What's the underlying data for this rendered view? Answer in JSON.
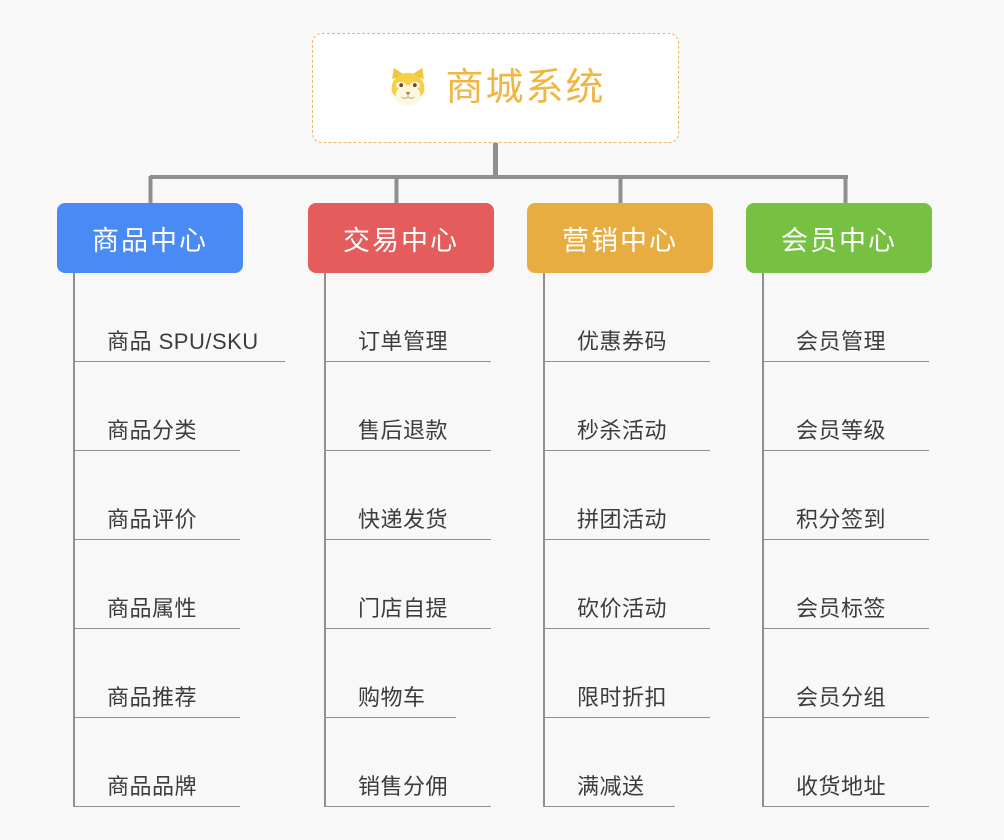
{
  "root": {
    "title": "商城系统",
    "icon": "shiba-dog-face-icon",
    "border_color": "#e8b864",
    "text_color": "#efb641",
    "background": "#ffffff"
  },
  "canvas": {
    "background": "#f8f8f8",
    "connector_color": "#8f8f8f"
  },
  "columns": [
    {
      "label": "商品中心",
      "color": "#4a8af4",
      "items": [
        {
          "label": "商品 SPU/SKU",
          "width": "wide"
        },
        {
          "label": "商品分类",
          "width": "narrow"
        },
        {
          "label": "商品评价",
          "width": "narrow"
        },
        {
          "label": "商品属性",
          "width": "narrow"
        },
        {
          "label": "商品推荐",
          "width": "narrow"
        },
        {
          "label": "商品品牌",
          "width": "narrow"
        }
      ]
    },
    {
      "label": "交易中心",
      "color": "#e55c5c",
      "items": [
        {
          "label": "订单管理",
          "width": "wide"
        },
        {
          "label": "售后退款",
          "width": "wide"
        },
        {
          "label": "快递发货",
          "width": "wide"
        },
        {
          "label": "门店自提",
          "width": "wide"
        },
        {
          "label": "购物车",
          "width": "narrow"
        },
        {
          "label": "销售分佣",
          "width": "wide"
        }
      ]
    },
    {
      "label": "营销中心",
      "color": "#e8ad40",
      "items": [
        {
          "label": "优惠券码",
          "width": "wide"
        },
        {
          "label": "秒杀活动",
          "width": "wide"
        },
        {
          "label": "拼团活动",
          "width": "wide"
        },
        {
          "label": "砍价活动",
          "width": "wide"
        },
        {
          "label": "限时折扣",
          "width": "wide"
        },
        {
          "label": "满减送",
          "width": "narrow"
        }
      ]
    },
    {
      "label": "会员中心",
      "color": "#76c142",
      "items": [
        {
          "label": "会员管理",
          "width": "wide"
        },
        {
          "label": "会员等级",
          "width": "wide"
        },
        {
          "label": "积分签到",
          "width": "wide"
        },
        {
          "label": "会员标签",
          "width": "wide"
        },
        {
          "label": "会员分组",
          "width": "wide"
        },
        {
          "label": "收货地址",
          "width": "wide"
        }
      ]
    }
  ]
}
